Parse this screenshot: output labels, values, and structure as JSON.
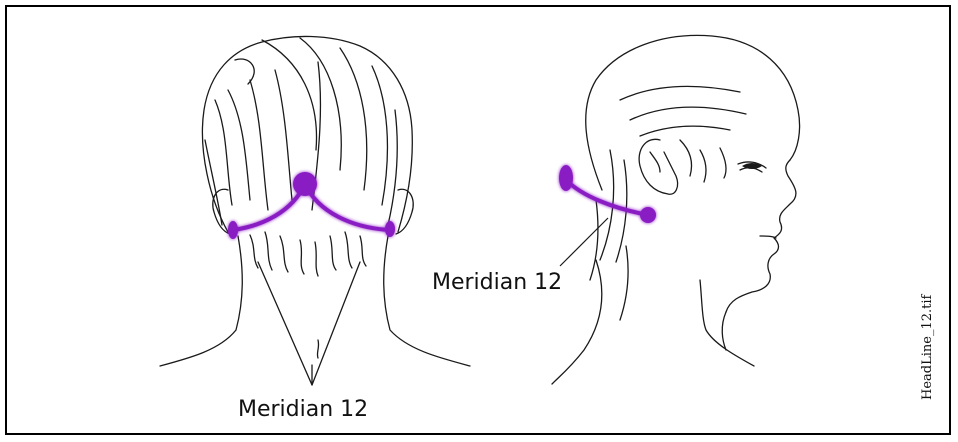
{
  "figure": {
    "label_back_view": "Meridian 12",
    "label_side_view": "Meridian 12",
    "file_name": "HeadLine_12.tif",
    "colors": {
      "meridian": "#8a1fc4",
      "point": "#8a1fc4",
      "line_art": "#1a1a1a"
    }
  }
}
